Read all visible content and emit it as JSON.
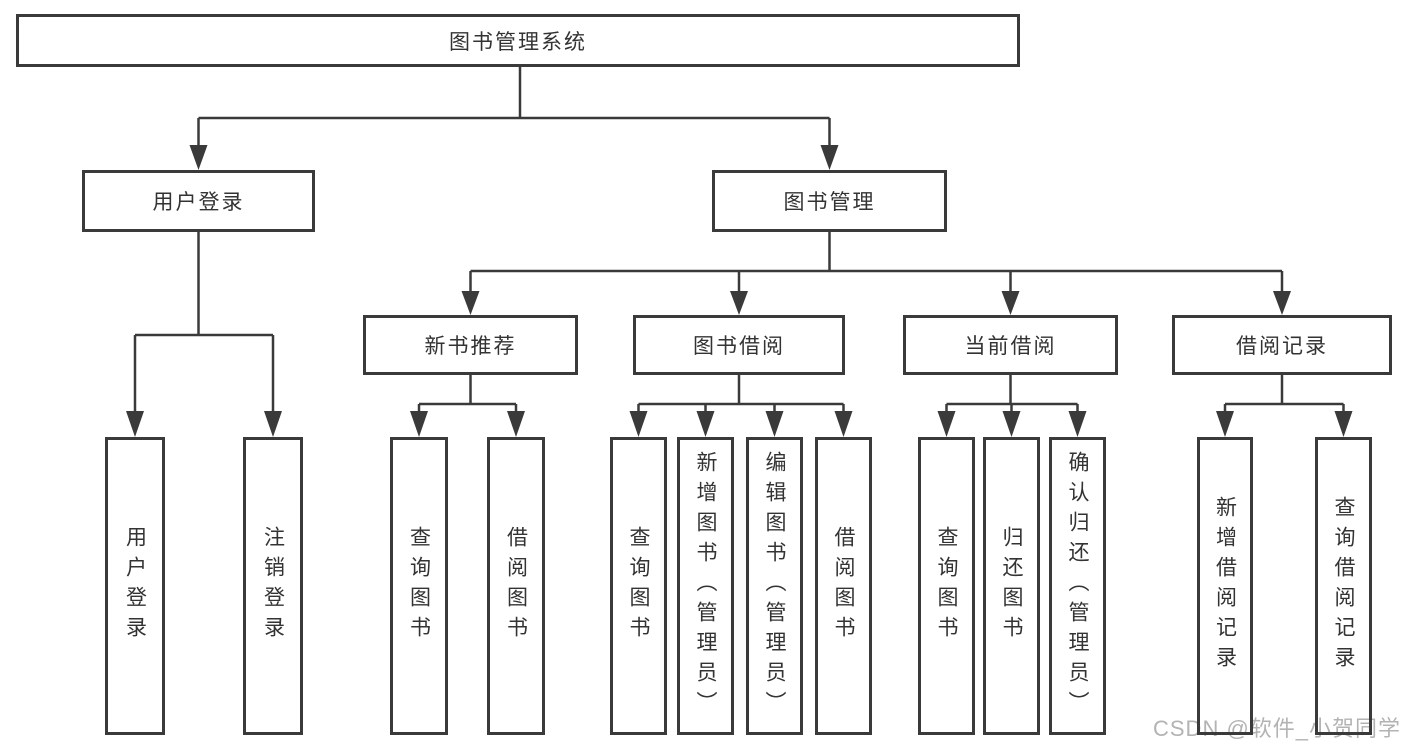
{
  "diagram": {
    "nodes": {
      "root": {
        "label": "图书管理系统"
      },
      "user_login": {
        "label": "用户登录",
        "children": {
          "login": {
            "label": "用户登录"
          },
          "logout": {
            "label": "注销登录"
          }
        }
      },
      "book_management": {
        "label": "图书管理",
        "children": {
          "new_books": {
            "label": "新书推荐",
            "children": {
              "query_books": {
                "label": "查询图书"
              },
              "borrow_books": {
                "label": "借阅图书"
              }
            }
          },
          "book_borrowing": {
            "label": "图书借阅",
            "children": {
              "query_books": {
                "label": "查询图书"
              },
              "add_books_admin": {
                "label": "新增图书（管理员）"
              },
              "edit_books_admin": {
                "label": "编辑图书（管理员）"
              },
              "borrow_books": {
                "label": "借阅图书"
              }
            }
          },
          "current_borrowing": {
            "label": "当前借阅",
            "children": {
              "query_books": {
                "label": "查询图书"
              },
              "return_books": {
                "label": "归还图书"
              },
              "confirm_return_admin": {
                "label": "确认归还（管理员）"
              }
            }
          },
          "borrowing_records": {
            "label": "借阅记录",
            "children": {
              "add_record": {
                "label": "新增借阅记录"
              },
              "query_record": {
                "label": "查询借阅记录"
              }
            }
          }
        }
      }
    }
  },
  "watermark": {
    "text": "CSDN @软件_小贺同学"
  },
  "colors": {
    "line": "#3a3a3a",
    "text": "#333333",
    "watermark": "#b3b3b3",
    "background": "#ffffff"
  }
}
